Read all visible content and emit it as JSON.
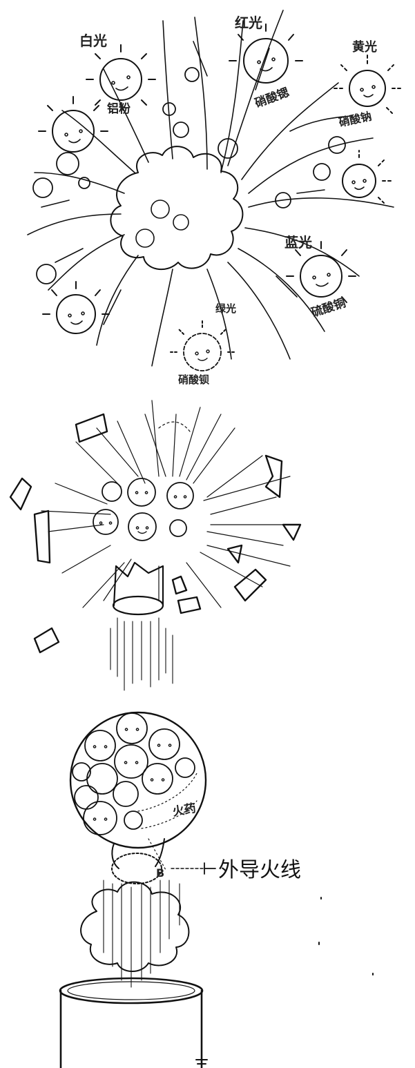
{
  "labels": {
    "white_light": "白光",
    "white_compound": "铝粉",
    "red_light": "红光",
    "red_compound": "硝酸锶",
    "yellow_light": "黄光",
    "yellow_compound": "硝酸钠",
    "blue_light": "蓝光",
    "blue_compound": "硫酸铜",
    "green_light": "绿光",
    "green_compound": "硝酸钡",
    "gunpowder": "火药",
    "outer_fuse": "外导火线"
  }
}
